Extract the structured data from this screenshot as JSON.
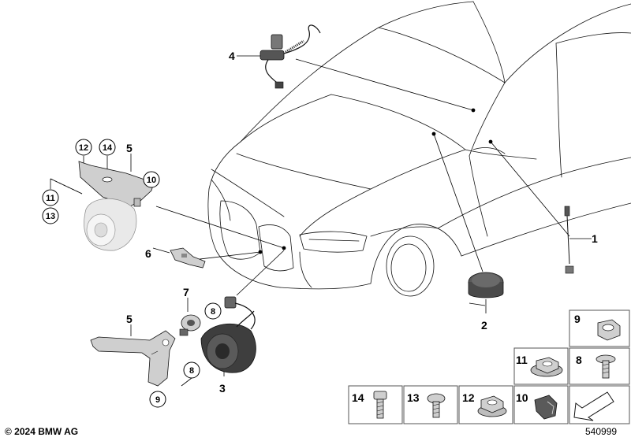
{
  "labels": {
    "p1": "1",
    "p2": "2",
    "p3": "3",
    "p4": "4",
    "p5_top": "5",
    "p5_bottom": "5",
    "p6": "6",
    "p7": "7",
    "c8_a": "8",
    "c8_b": "8",
    "c9": "9",
    "c10": "10",
    "c11": "11",
    "c12": "12",
    "c13": "13",
    "c14": "14"
  },
  "legend": {
    "r9": "9",
    "r11": "11",
    "r8": "8",
    "r14": "14",
    "r13": "13",
    "r12": "12",
    "r10": "10"
  },
  "footer": {
    "copyright": "© 2024 BMW AG",
    "drawing_number": "540999"
  },
  "colors": {
    "line": "#000000",
    "part_grey": "#cfcfcf",
    "part_dark": "#5a5a5a",
    "box_border": "#555555"
  }
}
